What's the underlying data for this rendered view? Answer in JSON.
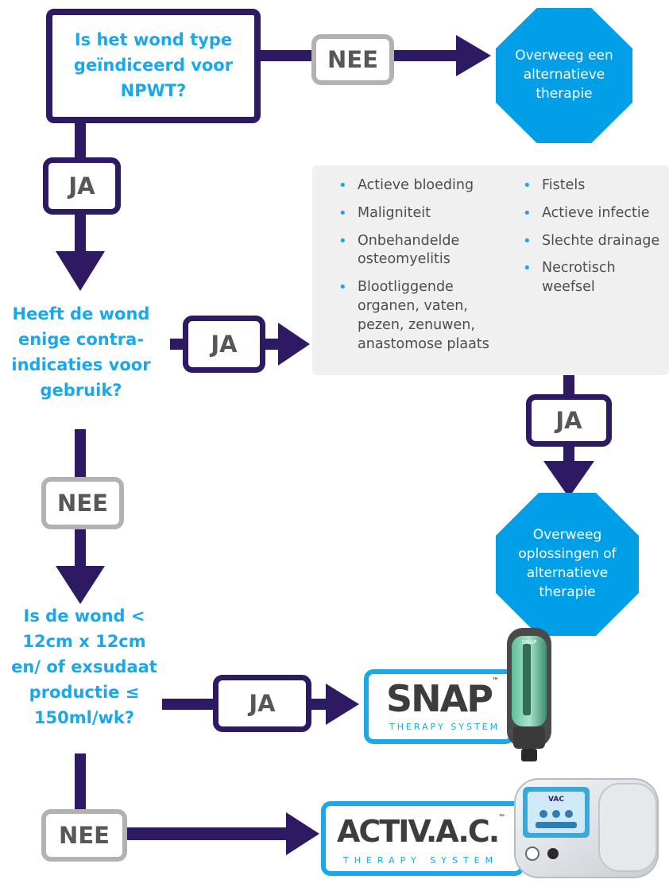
{
  "q1": "Is het wond type geïndiceerd voor NPWT?",
  "q2": "Heeft de wond enige contra-indicaties voor gebruik?",
  "q3": "Is de wond < 12cm x 12cm en/ of exsudaat productie ≤ 150ml/wk?",
  "labels": {
    "no": "NEE",
    "yes": "JA"
  },
  "alt1": "Overweeg een alternatieve therapie",
  "alt2": "Overweeg oplossingen of alternatieve therapie",
  "contraindications": {
    "col1": [
      "Actieve bloeding",
      "Maligniteit",
      "Onbehandelde osteomyelitis",
      "Blootliggende organen, vaten, pezen, zenuwen, anastomose plaats"
    ],
    "col2": [
      "Fistels",
      "Actieve infectie",
      "Slechte drainage",
      "Necrotisch weefsel"
    ]
  },
  "products": {
    "snap": {
      "name": "SNAP",
      "tm": "™",
      "tagline": "THERAPY SYSTEM",
      "device_text": "SNAP"
    },
    "activac": {
      "name": "ACTIV.A.C.",
      "tm": "™",
      "tagline": "THERAPY SYSTEM",
      "device_text": "VAC"
    }
  },
  "colors": {
    "navy": "#2e1a62",
    "blue": "#1aa7ec",
    "octagon": "#009fe8",
    "grey_border": "#b2b2b2",
    "panel": "#f0f0f0"
  }
}
